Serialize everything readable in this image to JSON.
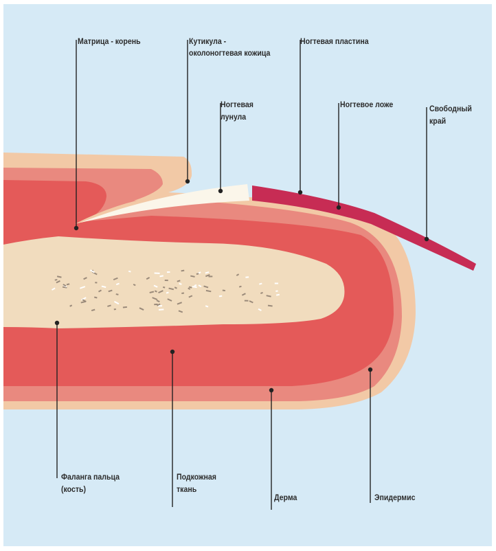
{
  "labels": {
    "matrix": "Матрица - корень",
    "cuticle_1": "Кутикула -",
    "cuticle_2": "околоногтевая кожица",
    "plate": "Ногтевая пластина",
    "lunula_1": "Ногтевая",
    "lunula_2": "лунула",
    "bed": "Ногтевое ложе",
    "free_edge_1": "Свободный",
    "free_edge_2": "край",
    "phalanx_1": "Фаланга пальца",
    "phalanx_2": "(кость)",
    "subcutaneous_1": "Подкожная",
    "subcutaneous_2": "ткань",
    "dermis": "Дерма",
    "epidermis": "Эпидермис"
  },
  "colors": {
    "background": "#d6eaf6",
    "epidermis": "#f2c9a6",
    "dermis": "#e9897f",
    "subcutaneous": "#e45a59",
    "bone": "#f1dcbe",
    "nail_plate": "#c72c54",
    "lunula": "#fbf6ea",
    "leader_line": "#222222"
  }
}
